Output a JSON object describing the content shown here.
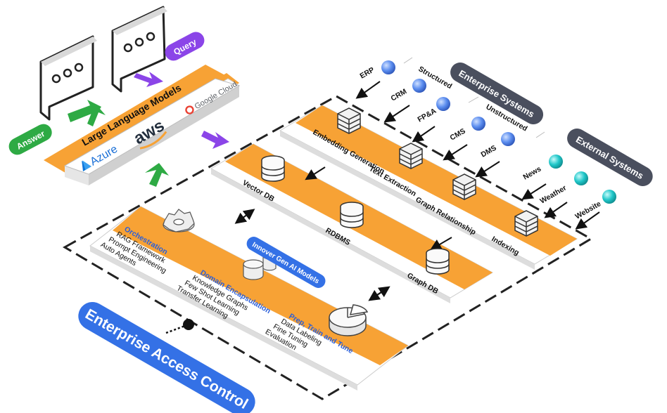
{
  "llm": {
    "title": "Large Language Models",
    "providers": [
      "Azure",
      "aws",
      "Google Cloud"
    ]
  },
  "badges": {
    "query": "Query",
    "answer": "Answer"
  },
  "enterprise_systems": {
    "title": "Enterprise Systems",
    "structured_label": "Structured",
    "unstructured_label": "Unstructured",
    "sources": [
      "ERP",
      "CRM",
      "FP&A",
      "CMS",
      "DMS"
    ]
  },
  "external_systems": {
    "title": "External Systems",
    "sources": [
      "News",
      "Weather",
      "Website"
    ]
  },
  "ingestion_layer": {
    "steps": [
      "Embedding Generation",
      "Text Extraction",
      "Graph Relationship",
      "Indexing"
    ]
  },
  "data_layer": {
    "stores": [
      "Vector DB",
      "RDBMS",
      "Graph DB"
    ]
  },
  "app_layer": {
    "pill": "Innover Gen AI Models",
    "groups": [
      {
        "title": "Orchestration",
        "items": [
          "RAG Framework",
          "Prompt Engineering",
          "Auto Agents"
        ]
      },
      {
        "title": "Domain Encapsulation",
        "items": [
          "Knowledge Graphs",
          "Few Shot Learning",
          "Transfer Learning"
        ]
      },
      {
        "title": "Prep, Train and Tune",
        "items": [
          "Data Labeling",
          "Fine Tuning",
          "Evaluation"
        ]
      }
    ]
  },
  "access_control": {
    "label": "Enterprise Access Control"
  },
  "colors": {
    "orange": "#f7a235",
    "green": "#2eaa44",
    "purple": "#8b45e8",
    "blue_pill": "#3471e6",
    "dark_pill": "#4a4f5e",
    "ent_sphere": "#5b8def",
    "ext_sphere": "#20c7c9"
  }
}
